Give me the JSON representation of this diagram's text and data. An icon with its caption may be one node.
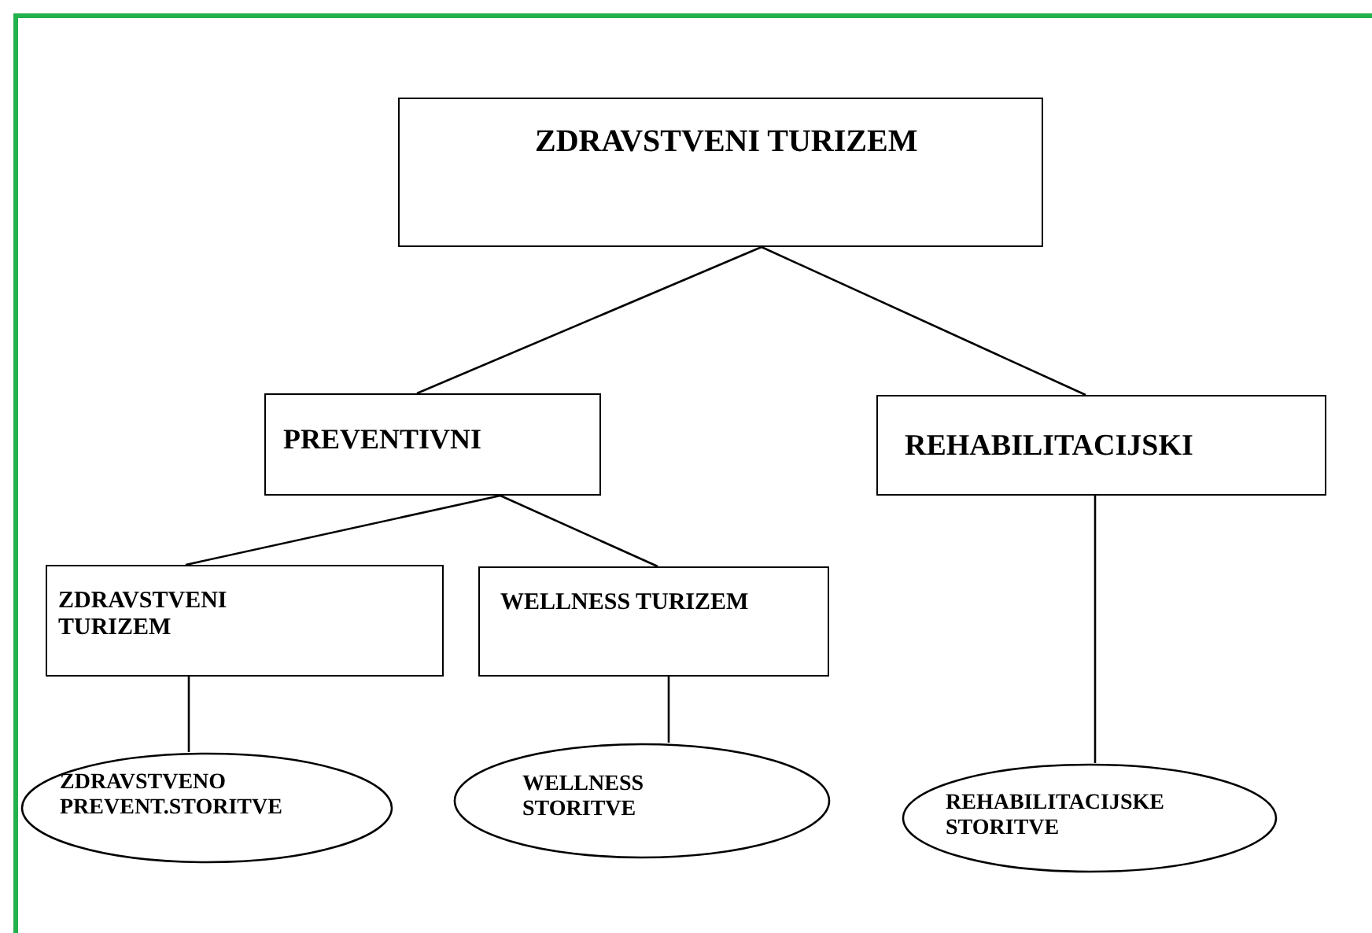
{
  "diagram": {
    "nodes": [
      {
        "text": [
          "ZDRAVSTVENI TURIZEM"
        ]
      },
      {
        "text": [
          "PREVENTIVNI"
        ]
      },
      {
        "text": [
          "REHABILITACIJSKI"
        ]
      },
      {
        "text": [
          "ZDRAVSTVENI TURIZEM"
        ]
      },
      {
        "text": [
          "WELLNESS TURIZEM"
        ]
      },
      {
        "text": [
          "ZDRAVSTVENO PREVENT.STORITVE"
        ]
      },
      {
        "text": [
          "WELLNESS STORITVE"
        ]
      },
      {
        "text": [
          "REHABILITACIJSKE STORITVE"
        ]
      }
    ],
    "edges": [
      {
        "from": 0,
        "to": 1,
        "arrow": "none"
      },
      {
        "from": 0,
        "to": 2,
        "arrow": "none"
      },
      {
        "from": 1,
        "to": 3,
        "arrow": "none"
      },
      {
        "from": 1,
        "to": 4,
        "arrow": "none"
      },
      {
        "from": 3,
        "to": 5,
        "arrow": "none"
      },
      {
        "from": 4,
        "to": 6,
        "arrow": "none"
      },
      {
        "from": 2,
        "to": 7,
        "arrow": "none"
      }
    ]
  }
}
